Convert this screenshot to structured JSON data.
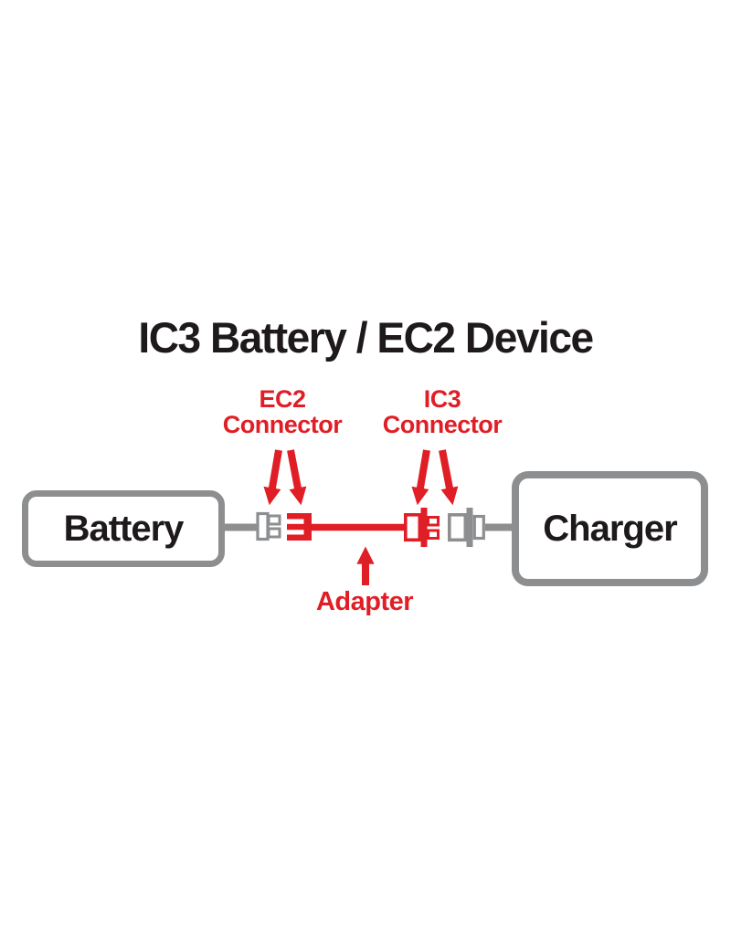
{
  "title": "IC3 Battery / EC2 Device",
  "labels": {
    "ec2": {
      "line1": "EC2",
      "line2": "Connector"
    },
    "ic3": {
      "line1": "IC3",
      "line2": "Connector"
    },
    "adapter": "Adapter"
  },
  "nodes": {
    "battery": "Battery",
    "charger": "Charger"
  },
  "colors": {
    "accent_red": "#e01e26",
    "wire_gray": "#8d8e90",
    "text_black": "#1e1a1b",
    "background": "#ffffff"
  }
}
